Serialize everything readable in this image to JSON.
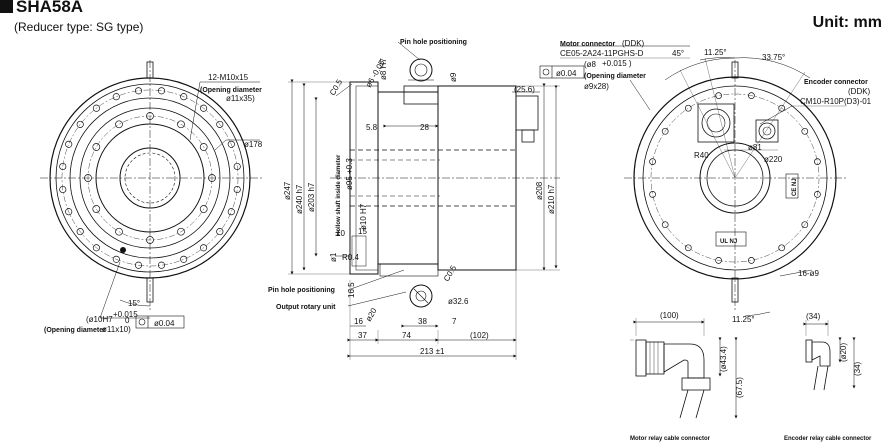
{
  "header": {
    "title": "SHA58A",
    "subtitle": "(Reducer type: SG type)",
    "unit": "Unit: mm"
  },
  "left_view": {
    "tap_spec": "12-M10x15",
    "opening_diameter_label": "(Opening diameter",
    "opening_diameter_value": "ø11x35)",
    "dia_178": "ø178",
    "angle_15": "15°",
    "hole_spec": "(ø10H7",
    "hole_tol": "+0.015",
    "hole_depth": "0",
    "tolerance_frame": "ø0.04",
    "bottom_opening_label": "(Opening diameter",
    "bottom_opening_value": "ø11x10)"
  },
  "side_view": {
    "pin_hole_top": "Pin hole positioning",
    "pin_hole_bottom": "Pin hole positioning",
    "output_rotary_unit": "Output rotary unit",
    "hollow_shaft_label": "Hollow shaft inside diameter",
    "dims_vertical": [
      "ø247",
      "ø240 h7",
      "ø203 h7",
      "ø95 +0.3",
      "ø10 H7",
      "ø208",
      "ø210 h7"
    ],
    "dims_top": [
      "C0.5",
      "ø6 -0.05",
      "ø8 H7",
      "ø9",
      "5.8",
      "28",
      "(25.6)"
    ],
    "dims_bottom": [
      "16.5",
      "ø32.6",
      "16",
      "ø20",
      "38",
      "7",
      "37",
      "74",
      "(102)",
      "213 ±1",
      "10",
      "15",
      "ø1",
      "R0.4",
      "C0.5",
      "ø32.6"
    ]
  },
  "connector_top": {
    "motor_connector_label": "Motor connector",
    "motor_connector_tag": "(DDK)",
    "motor_connector_model": "CE05-2A24-11PGHS-D",
    "dia_8": "(ø8",
    "dia_8_tol": "+0.015 )",
    "tolerance_frame": "ø0.04",
    "opening_label": "(Opening diameter",
    "opening_value": "ø9x28)"
  },
  "right_view": {
    "angle_45": "45°",
    "angle_1125": "11.25°",
    "angle_3375": "33.75°",
    "encoder_connector_label": "Encoder connector",
    "encoder_connector_tag": "(DDK)",
    "encoder_connector_model": "CM10-R10P(D3)-01",
    "dia_220": "ø220",
    "dia_81": "ø81",
    "r40": "R40",
    "ce_mark": "CE NJ",
    "ul_mark": "UL NJ",
    "holes": "16-ø9",
    "angle_bottom": "11.25°"
  },
  "relay_motor": {
    "dim_100": "(100)",
    "dia_43": "(ø43.4)",
    "dim_675": "(67.5)",
    "caption": "Motor relay cable connector"
  },
  "relay_encoder": {
    "dim_34": "(34)",
    "dia_20": "(ø20)",
    "dim_34v": "(34)",
    "caption": "Encoder relay cable connector"
  }
}
